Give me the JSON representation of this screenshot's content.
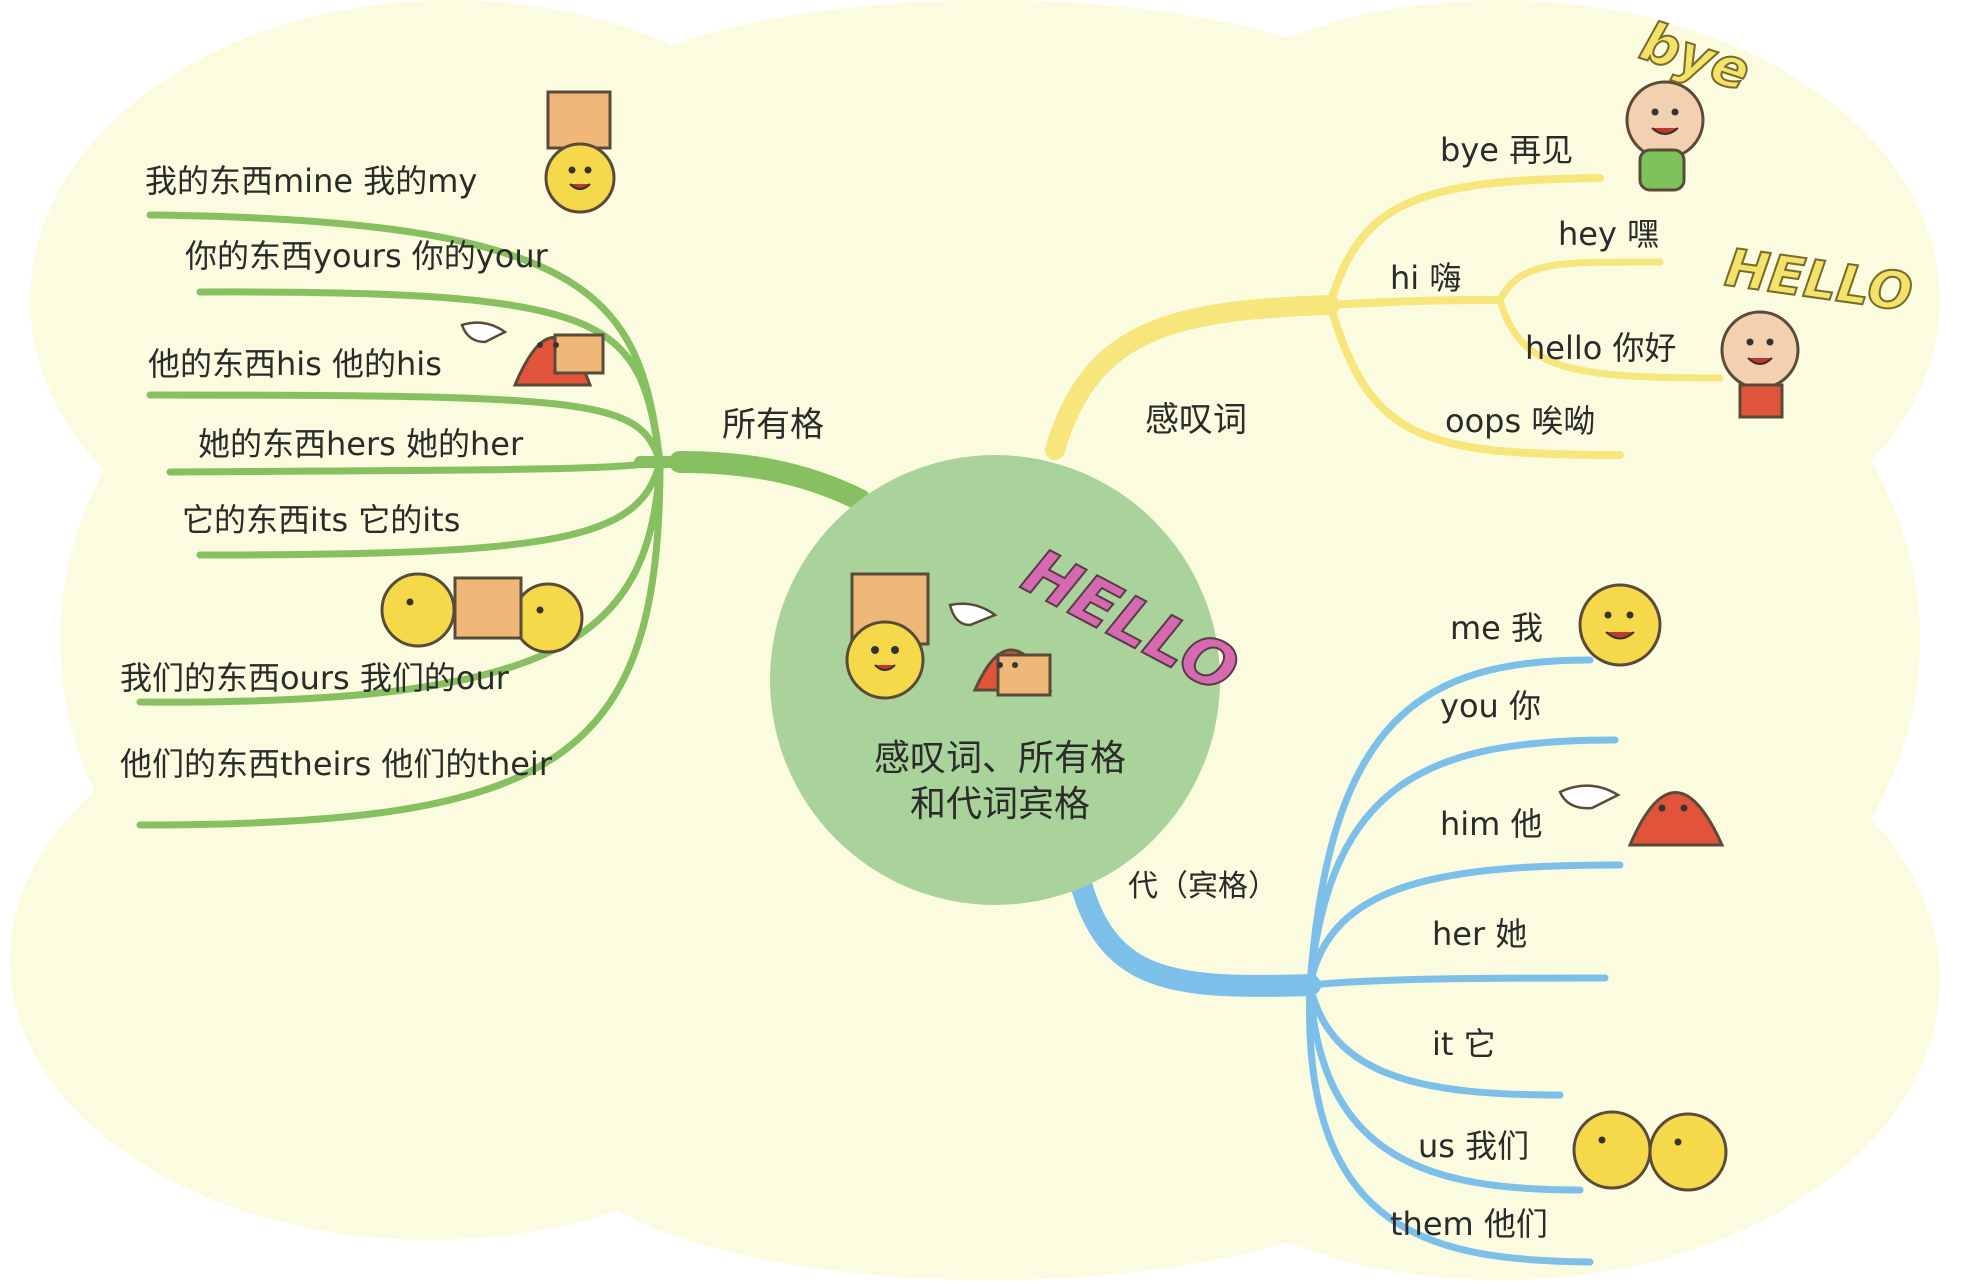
{
  "center": {
    "line1": "感叹词、所有格",
    "line2": "和代词宾格",
    "sticker": "HELLO"
  },
  "branches": {
    "possessive": {
      "label": "所有格",
      "color": "#86c060",
      "items": [
        "我的东西mine  我的my",
        "你的东西yours  你的your",
        "他的东西his   他的his",
        "她的东西hers   她的her",
        "它的东西its    它的its",
        "我们的东西ours  我们的our",
        "他们的东西theirs 他们的their"
      ]
    },
    "interjection": {
      "label": "感叹词",
      "color": "#f6e67c",
      "items": {
        "bye": "bye 再见",
        "hi": "hi 嗨",
        "hey": "hey 嘿",
        "hello": "hello 你好",
        "oops": "oops 唉呦"
      }
    },
    "objective": {
      "label": "代（宾格）",
      "color": "#7cc0ea",
      "items": [
        "me 我",
        "you 你",
        "him 他",
        "her 她",
        "it  它",
        "us  我们",
        "them 他们"
      ]
    }
  },
  "decor": {
    "bye_word": "bye",
    "hello_word": "HELLO"
  },
  "colors": {
    "background_blob": "#fbfbe0",
    "center_circle": "#a9d39a",
    "yellow_char": "#f5d94a",
    "red_char": "#e2543a",
    "box": "#f0b878"
  }
}
